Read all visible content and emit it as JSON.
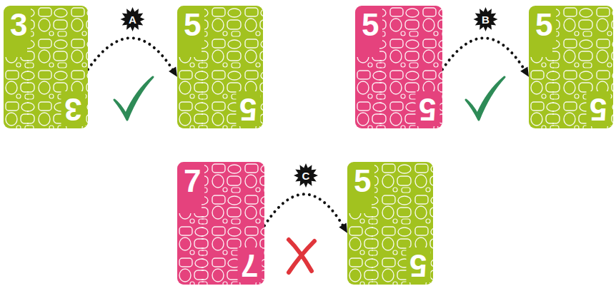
{
  "diagram": {
    "nodes": [
      {
        "text": [
          "3",
          "3"
        ]
      },
      {
        "text": [
          "5",
          "5"
        ]
      },
      {
        "text": [
          "5",
          "5"
        ]
      },
      {
        "text": [
          "5",
          "5"
        ]
      },
      {
        "text": [
          "7",
          "7"
        ]
      },
      {
        "text": [
          "5",
          "5"
        ]
      }
    ],
    "edges": [
      {
        "from": 0,
        "to": 1,
        "arrow": "to",
        "label": "A"
      },
      {
        "from": 2,
        "to": 3,
        "arrow": "to",
        "label": "B"
      },
      {
        "from": 4,
        "to": 5,
        "arrow": "to",
        "label": "C"
      }
    ]
  }
}
